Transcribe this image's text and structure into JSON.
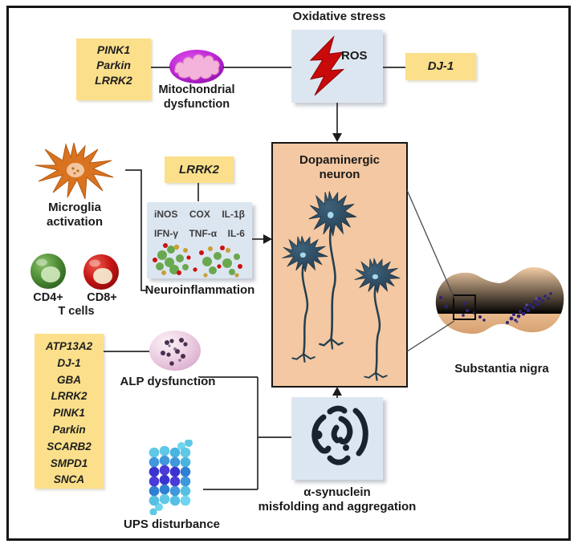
{
  "figure": {
    "top": {
      "oxidative_stress_label": "Oxidative stress",
      "ros_label": "ROS",
      "dj1_label": "DJ-1",
      "mito_genes": [
        "PINK1",
        "Parkin",
        "LRRK2"
      ],
      "mito_label": "Mitochondrial dysfunction"
    },
    "immune": {
      "microglia_label": "Microglia activation",
      "cd4_label": "CD4+",
      "cd8_label": "CD8+",
      "tcells_label": "T cells",
      "lrrk2_label": "LRRK2",
      "molecules_row1": [
        "iNOS",
        "COX",
        "IL-1β"
      ],
      "molecules_row2": [
        "IFN-γ",
        "TNF-α",
        "IL-6"
      ],
      "neuroinflammation_label": "Neuroinflammation"
    },
    "center": {
      "neuron_box_title": "Dopaminergic neuron",
      "substantia_nigra_label": "Substantia nigra"
    },
    "bottom": {
      "alp_ups_genes": [
        "ATP13A2",
        "DJ-1",
        "GBA",
        "LRRK2",
        "PINK1",
        "Parkin",
        "SCARB2",
        "SMPD1",
        "SNCA"
      ],
      "alp_label": "ALP dysfunction",
      "ups_label": "UPS disturbance",
      "asyn_label_line1": "α-synuclein",
      "asyn_label_line2": "misfolding and aggregation"
    },
    "icons": {
      "ros_bolt": "lightning-bolt-icon",
      "mitochondrion": "mitochondrion-icon",
      "microglia": "microglia-cell-icon",
      "cd4": "cd4-tcell-icon",
      "cd8": "cd8-tcell-icon",
      "cytokines": "cytokine-dots-icon",
      "neuron": "neuron-icon",
      "midbrain": "midbrain-section-icon",
      "lysosome": "lysosome-icon",
      "proteasome": "proteasome-beads-icon",
      "aggregate": "protein-aggregate-icon"
    },
    "colors": {
      "gene_box_yellow": "#fbdf8b",
      "pathway_box_blue": "#dce6f1",
      "neuron_box_peach": "#f4c8a2",
      "ros_red": "#c80a0a",
      "mito_magenta": "#b81fd0",
      "microglia_orange": "#d9731f",
      "cd4_green": "#4d8a35",
      "cd8_red": "#c41414",
      "nigra_tan": "#ecbf94",
      "nigra_dots_purple": "#2f2377",
      "line_dark": "#2a2a2a"
    }
  }
}
